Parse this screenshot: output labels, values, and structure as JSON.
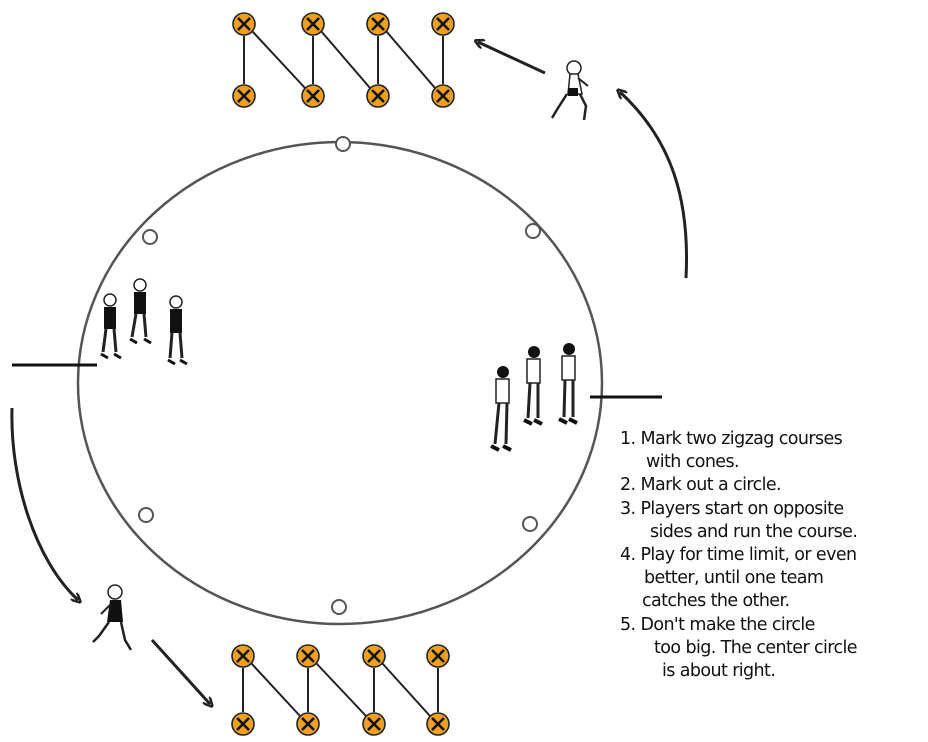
{
  "colors": {
    "cone_fill": "#f0a020",
    "cone_mark": "#111111",
    "line": "#222222",
    "circle": "#555555",
    "marker_fill": "#ffffff",
    "jersey": "#111111"
  },
  "icons": {
    "cone": "orange-cone-x-icon",
    "marker": "circle-marker-icon",
    "player": "player-figure-icon"
  },
  "instructions": {
    "step1": {
      "line1": "1. Mark two zigzag courses",
      "line2": "with cones."
    },
    "step2": {
      "line1": "2. Mark out a circle."
    },
    "step3": {
      "line1": "3. Players start on opposite",
      "line2": "sides and run the course."
    },
    "step4": {
      "line1": "4. Play for time limit, or even",
      "line2": "better, until one team",
      "line3": "catches the other."
    },
    "step5": {
      "line1": "5. Don't make the circle",
      "line2": "too big.  The center circle",
      "line3": "is about right."
    }
  }
}
